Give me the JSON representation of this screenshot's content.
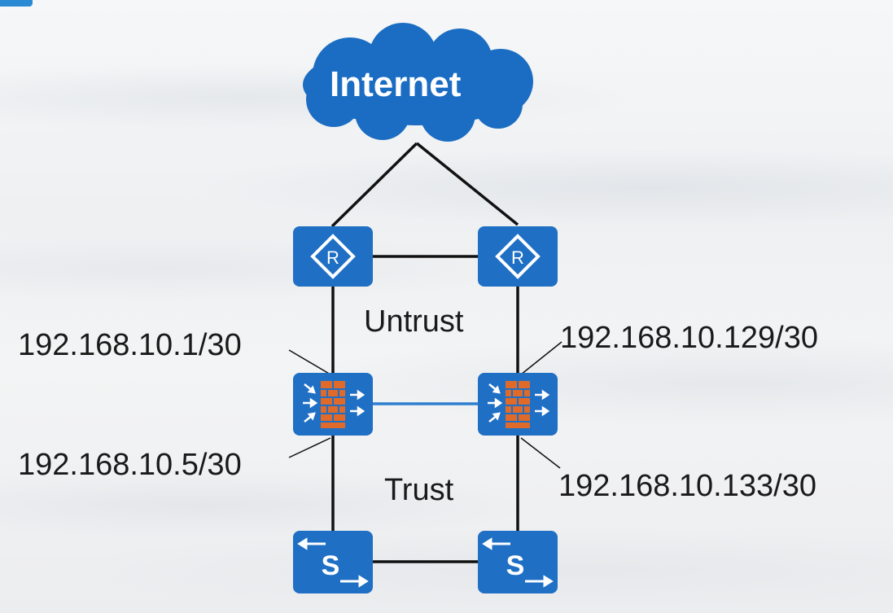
{
  "cloud": {
    "label": "Internet"
  },
  "zones": {
    "untrust": "Untrust",
    "trust": "Trust"
  },
  "interfaces": {
    "fw1_up": "192.168.10.1/30",
    "fw1_down": "192.168.10.5/30",
    "fw2_up": "192.168.10.129/30",
    "fw2_down": "192.168.10.133/30"
  },
  "devices": {
    "router_symbol": "R",
    "switch_symbol": "S"
  },
  "colors": {
    "device_blue": "#1f6fc4",
    "cloud_blue": "#1a6dc2",
    "firewall_orange": "#e06a2a",
    "link_black": "#111111",
    "heartbeat_blue": "#2d7fd0"
  }
}
